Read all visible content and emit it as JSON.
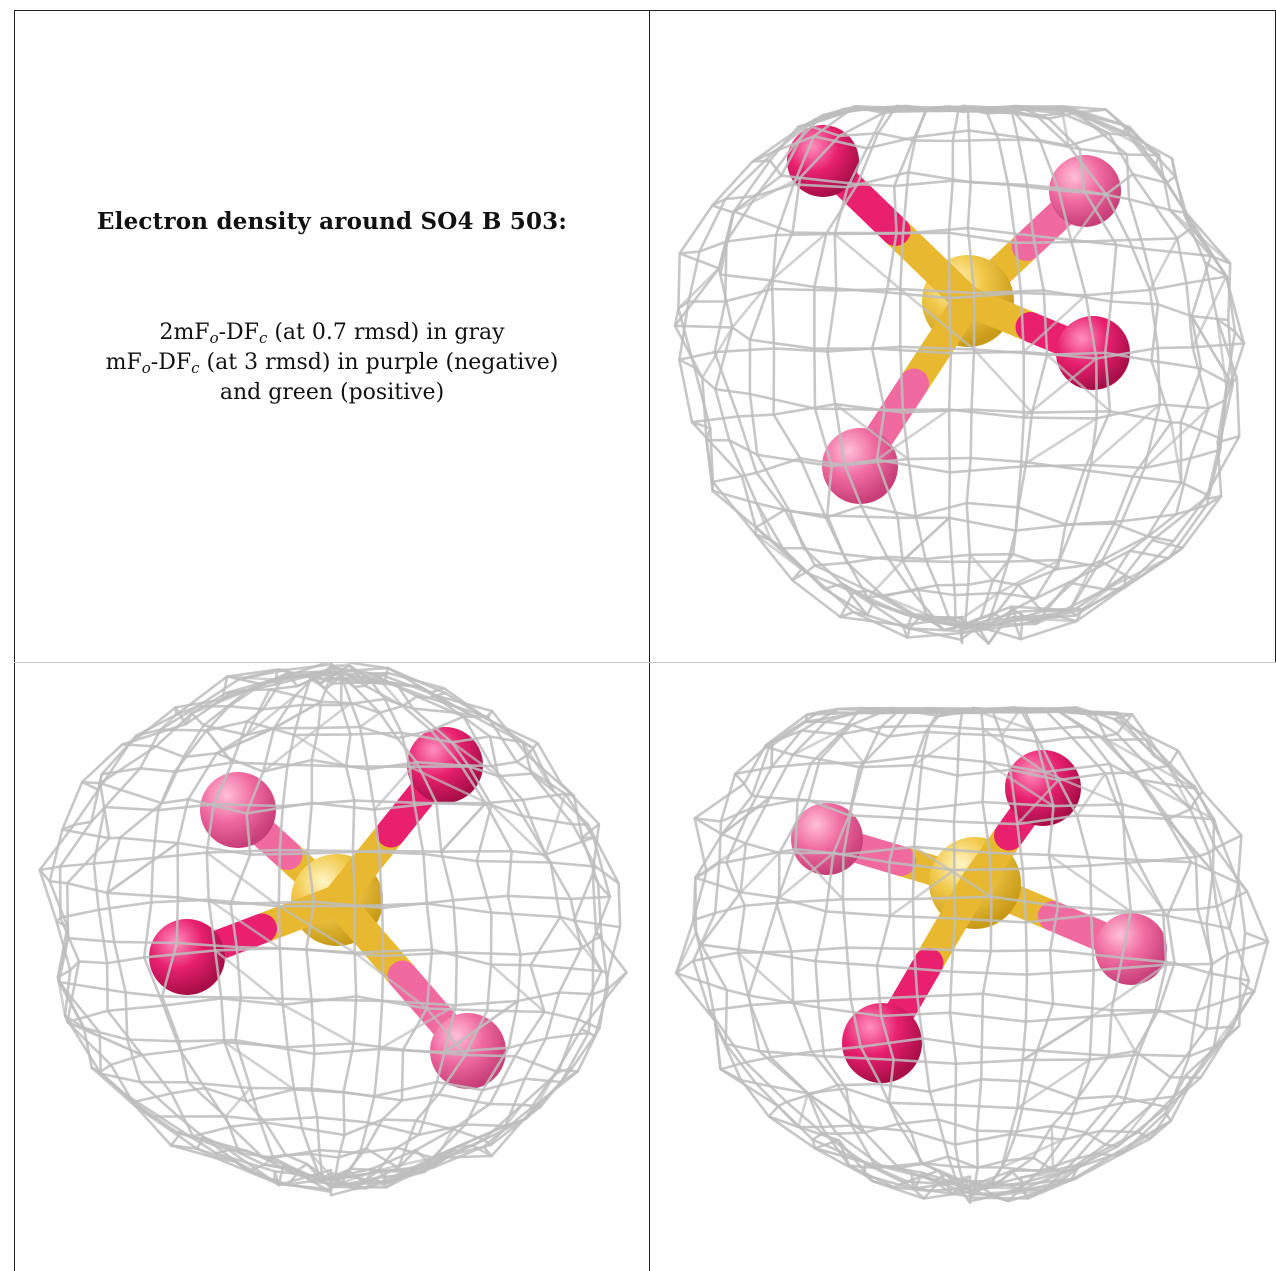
{
  "caption": {
    "title": "Electron density around SO4 B 503:",
    "line1": {
      "prefix": "2mF",
      "sub1": "o",
      "mid": "-DF",
      "sub2": "c",
      "suffix": " (at 0.7 rmsd) in gray"
    },
    "line2": {
      "prefix": "mF",
      "sub1": "o",
      "mid": "-DF",
      "sub2": "c",
      "suffix": " (at 3 rmsd) in purple (negative)"
    },
    "line3": "and green (positive)"
  },
  "colors": {
    "mesh": "#bdbdbd",
    "sulfur": "#f2c94a",
    "oxygen": "#e8206e",
    "oxygen_light": "#f06aa0",
    "frame": "#222222"
  },
  "views": [
    {
      "name": "view-top-right"
    },
    {
      "name": "view-bottom-left"
    },
    {
      "name": "view-bottom-right"
    }
  ]
}
